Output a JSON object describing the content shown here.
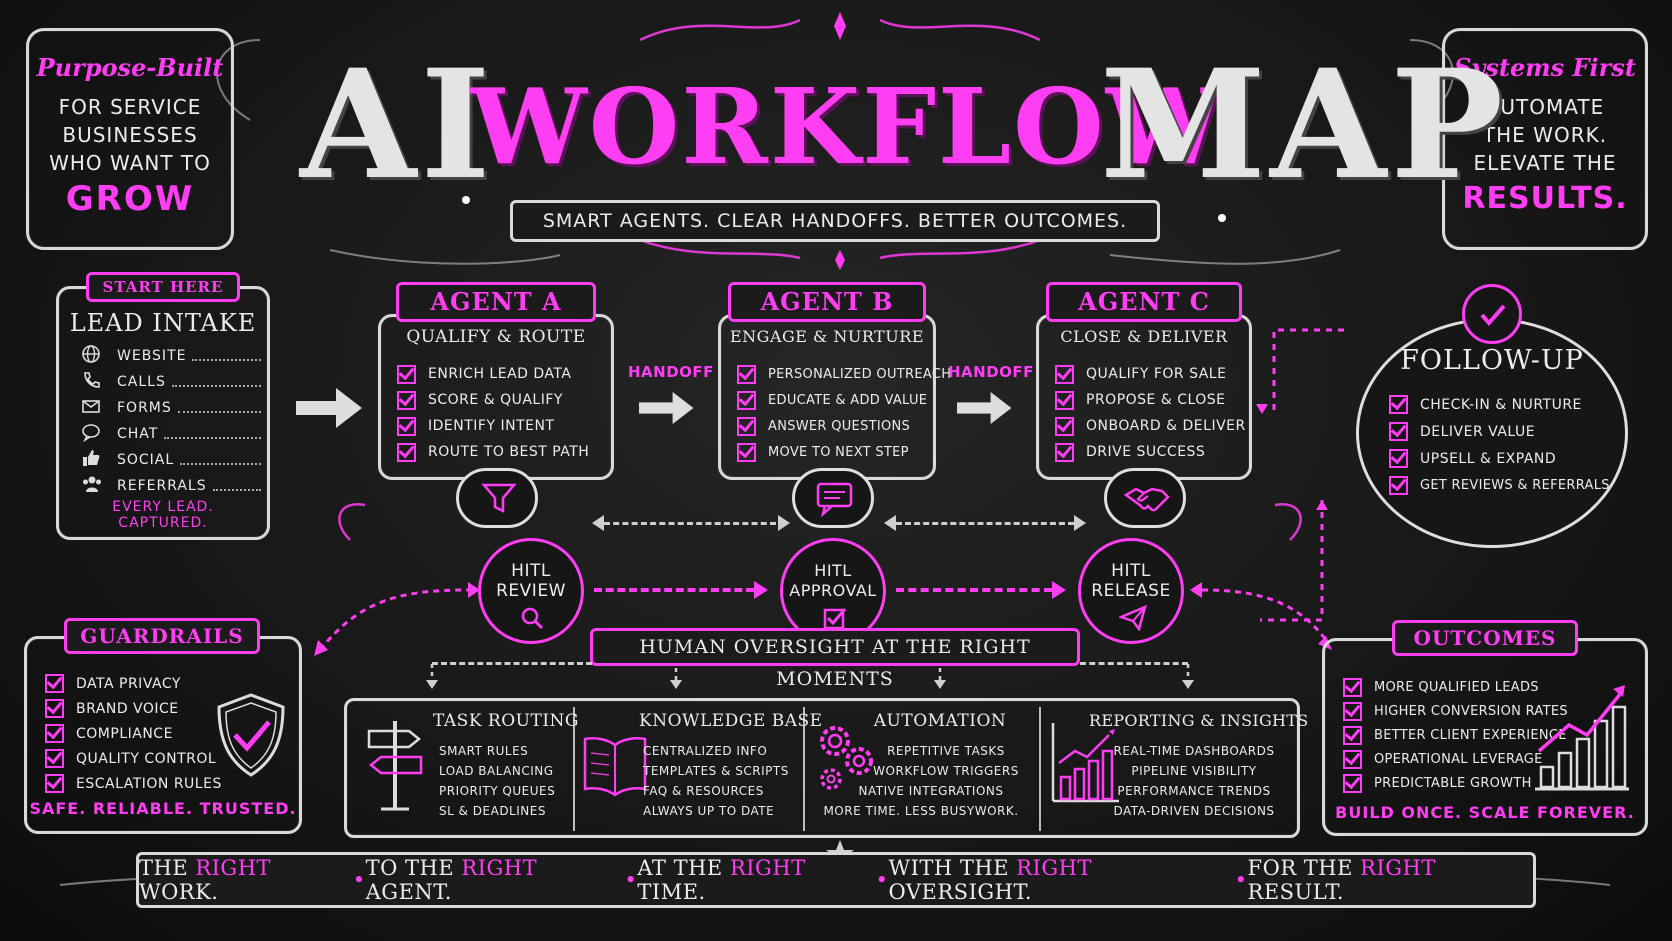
{
  "title": {
    "ai": "AI",
    "workflow": "WORKFLOW",
    "map": "MAP",
    "subtitle": "SMART AGENTS. CLEAR HANDOFFS. BETTER OUTCOMES."
  },
  "left_card": {
    "script": "Purpose-Built",
    "lines": [
      "FOR SERVICE",
      "BUSINESSES",
      "WHO WANT TO"
    ],
    "highlight": "GROW"
  },
  "right_card": {
    "script": "Systems First",
    "lines": [
      "AUTOMATE",
      "THE WORK.",
      "ELEVATE THE"
    ],
    "highlight": "RESULTS."
  },
  "intake": {
    "ribbon": "START HERE",
    "title": "LEAD INTAKE",
    "channels": [
      {
        "label": "WEBSITE",
        "icon": "globe-icon"
      },
      {
        "label": "CALLS",
        "icon": "phone-icon"
      },
      {
        "label": "FORMS",
        "icon": "envelope-icon"
      },
      {
        "label": "CHAT",
        "icon": "chat-bubble-icon"
      },
      {
        "label": "SOCIAL",
        "icon": "thumbs-up-icon"
      },
      {
        "label": "REFERRALS",
        "icon": "people-icon"
      }
    ],
    "tagline_1": "EVERY LEAD.",
    "tagline_2": "CAPTURED."
  },
  "agents": [
    {
      "name": "AGENT A",
      "subtitle": "QUALIFY & ROUTE",
      "items": [
        "ENRICH LEAD DATA",
        "SCORE & QUALIFY",
        "IDENTIFY INTENT",
        "ROUTE TO BEST PATH"
      ],
      "icon": "funnel-icon"
    },
    {
      "name": "AGENT B",
      "subtitle": "ENGAGE & NURTURE",
      "items": [
        "PERSONALIZED OUTREACH",
        "EDUCATE & ADD VALUE",
        "ANSWER QUESTIONS",
        "MOVE TO NEXT STEP"
      ],
      "icon": "message-icon"
    },
    {
      "name": "AGENT C",
      "subtitle": "CLOSE & DELIVER",
      "items": [
        "QUALIFY FOR SALE",
        "PROPOSE & CLOSE",
        "ONBOARD & DELIVER",
        "DRIVE SUCCESS"
      ],
      "icon": "handshake-icon"
    }
  ],
  "handoff_label": "HANDOFF",
  "followup": {
    "title": "FOLLOW-UP",
    "items": [
      "CHECK-IN & NURTURE",
      "DELIVER VALUE",
      "UPSELL & EXPAND",
      "GET REVIEWS & REFERRALS"
    ]
  },
  "hitl": [
    {
      "line1": "HITL",
      "line2": "REVIEW",
      "icon": "magnifier-icon"
    },
    {
      "line1": "HITL",
      "line2": "APPROVAL",
      "icon": "checkbox-icon"
    },
    {
      "line1": "HITL",
      "line2": "RELEASE",
      "icon": "paper-plane-icon"
    }
  ],
  "oversight_banner": "HUMAN OVERSIGHT AT THE RIGHT MOMENTS",
  "guardrails": {
    "title": "GUARDRAILS",
    "items": [
      "DATA PRIVACY",
      "BRAND VOICE",
      "COMPLIANCE",
      "QUALITY CONTROL",
      "ESCALATION RULES"
    ],
    "tagline": "SAFE. RELIABLE. TRUSTED."
  },
  "outcomes": {
    "title": "OUTCOMES",
    "items": [
      "MORE QUALIFIED LEADS",
      "HIGHER CONVERSION RATES",
      "BETTER CLIENT EXPERIENCE",
      "OPERATIONAL LEVERAGE",
      "PREDICTABLE GROWTH"
    ],
    "tagline": "BUILD ONCE. SCALE FOREVER."
  },
  "pillars": [
    {
      "title": "TASK ROUTING",
      "items": [
        "SMART RULES",
        "LOAD BALANCING",
        "PRIORITY QUEUES",
        "SL & DEADLINES"
      ],
      "icon": "signpost-icon"
    },
    {
      "title": "KNOWLEDGE BASE",
      "items": [
        "CENTRALIZED INFO",
        "TEMPLATES & SCRIPTS",
        "FAQ & RESOURCES",
        "ALWAYS UP TO DATE"
      ],
      "icon": "open-book-icon"
    },
    {
      "title": "AUTOMATION",
      "items": [
        "REPETITIVE TASKS",
        "WORKFLOW TRIGGERS",
        "NATIVE INTEGRATIONS",
        "MORE TIME. LESS BUSYWORK."
      ],
      "icon": "gears-icon"
    },
    {
      "title": "REPORTING & INSIGHTS",
      "items": [
        "REAL-TIME DASHBOARDS",
        "PIPELINE VISIBILITY",
        "PERFORMANCE TRENDS",
        "DATA-DRIVEN DECISIONS"
      ],
      "icon": "bar-chart-icon"
    }
  ],
  "footer": [
    {
      "pre": "THE ",
      "hl": "RIGHT",
      "post": " WORK."
    },
    {
      "pre": "TO THE ",
      "hl": "RIGHT",
      "post": " AGENT."
    },
    {
      "pre": "AT THE ",
      "hl": "RIGHT",
      "post": " TIME."
    },
    {
      "pre": "WITH THE ",
      "hl": "RIGHT",
      "post": " OVERSIGHT."
    },
    {
      "pre": "FOR THE ",
      "hl": "RIGHT",
      "post": " RESULT."
    }
  ],
  "colors": {
    "accent": "#ff3df2",
    "chalk": "#ececec",
    "board": "#181818"
  }
}
